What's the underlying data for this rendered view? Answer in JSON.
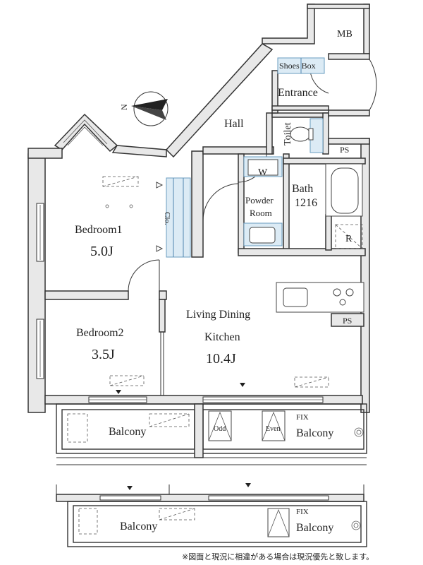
{
  "rooms": {
    "mb": "MB",
    "shoes_box": "Shoes Box",
    "entrance": "Entrance",
    "hall": "Hall",
    "toilet": "Toilet",
    "ps_top": "PS",
    "w": "W",
    "bath": "Bath",
    "bath_size": "1216",
    "powder": "Powder",
    "room": "Room",
    "r": "R",
    "bedroom1": "Bedroom1",
    "bedroom1_size": "5.0J",
    "clo": "Clo.",
    "ldk_line1": "Living Dining",
    "ldk_line2": "Kitchen",
    "ldk_size": "10.4J",
    "bedroom2": "Bedroom2",
    "bedroom2_size": "3.5J",
    "ps_kitchen": "PS"
  },
  "balconies": {
    "upper_left": "Balcony",
    "upper_right": "Balcony",
    "lower_left": "Balcony",
    "lower_right": "Balcony",
    "fix_upper": "FIX",
    "fix_lower": "FIX",
    "odd": "Odd",
    "even": "Even"
  },
  "compass": {
    "label": "N"
  },
  "footnote": "※図面と現況に相違がある場合は現況優先と致します。"
}
